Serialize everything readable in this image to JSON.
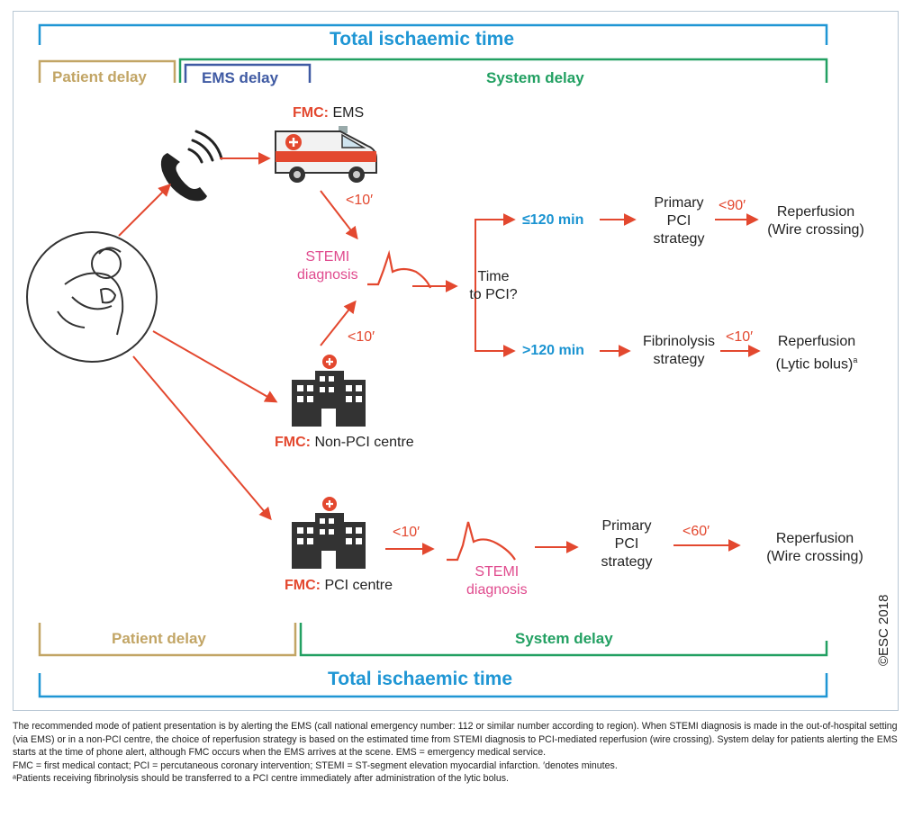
{
  "top": {
    "total_ischaemic_time": "Total ischaemic time",
    "patient_delay": "Patient delay",
    "ems_delay": "EMS delay",
    "system_delay": "System delay"
  },
  "bottom": {
    "patient_delay": "Patient delay",
    "system_delay": "System delay",
    "total_ischaemic_time": "Total ischaemic time"
  },
  "nodes": {
    "fmc_prefix": "FMC:",
    "fmc_ems": "EMS",
    "fmc_non_pci": "Non-PCI centre",
    "fmc_pci": "PCI centre",
    "stemi_diagnosis_1": "STEMI",
    "stemi_diagnosis_2": "diagnosis",
    "time_to_pci_1": "Time",
    "time_to_pci_2": "to PCI?",
    "le120": "≤120 min",
    "gt120": ">120 min",
    "primary_pci_1": "Primary",
    "primary_pci_2": "PCI",
    "primary_pci_3": "strategy",
    "fibrinolysis_1": "Fibrinolysis",
    "fibrinolysis_2": "strategy",
    "reperfusion": "Reperfusion",
    "wire_crossing": "(Wire crossing)",
    "lytic_bolus": "(Lytic bolus)",
    "lytic_sup": "a"
  },
  "times": {
    "ems_to_stemi": "<10′",
    "nonpci_to_stemi": "<10′",
    "primary_to_reperfusion": "<90′",
    "fibrinolysis_to_reperfusion": "<10′",
    "pci_to_stemi": "<10′",
    "pci_primary_to_reperfusion": "<60′"
  },
  "copyright": "©ESC 2018",
  "caption": {
    "p1": "The recommended mode of patient presentation is by alerting the EMS (call national emergency number: 112 or similar number according to region). When STEMI diagnosis is made in the out-of-hospital setting (via EMS) or in a non-PCI centre, the choice of reperfusion strategy is based on the estimated time from STEMI diagnosis to PCI-mediated reperfusion (wire crossing). System delay for patients alerting the EMS starts at the time of phone alert, although FMC occurs when the EMS arrives at the scene. EMS = emergency medical service.",
    "p2": "FMC = first medical contact; PCI = percutaneous coronary intervention; STEMI = ST-segment elevation myocardial infarction. ′denotes minutes.",
    "p3": "ᵃPatients receiving fibrinolysis should be transferred to a PCI centre immediately after administration of the lytic bolus."
  },
  "colors": {
    "blue": "#1f96d4",
    "gold": "#c2a565",
    "navy": "#3f5aa3",
    "green": "#22a062",
    "red": "#e3482f",
    "pink": "#e04b8e"
  },
  "icons": [
    "phone-icon",
    "ambulance-icon",
    "patient-icon",
    "hospital-icon",
    "ecg-icon"
  ]
}
